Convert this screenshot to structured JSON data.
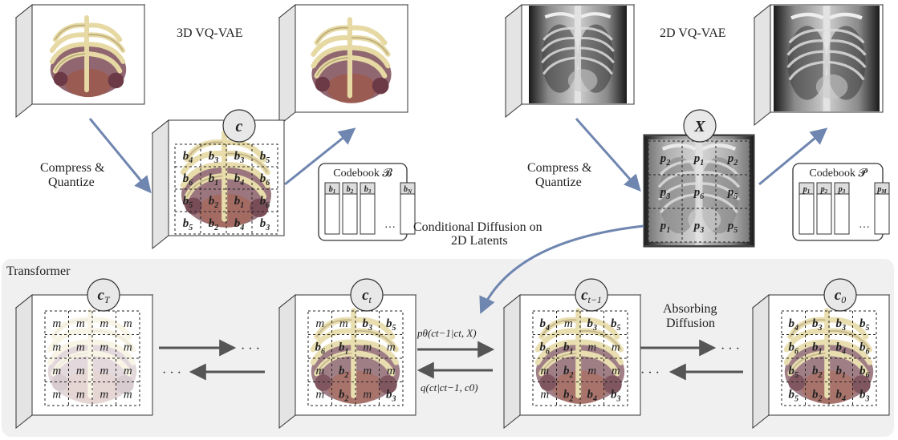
{
  "top_left": {
    "title": "3D VQ-VAE",
    "compress_label_line1": "Compress &",
    "compress_label_line2": "Quantize",
    "latent_symbol": "c",
    "latent_grid": [
      [
        "b4",
        "b3",
        "b3",
        "b5"
      ],
      [
        "b6",
        "b1",
        "b4",
        "b6"
      ],
      [
        "b5",
        "b2",
        "b1",
        "b6"
      ],
      [
        "b5",
        "b2",
        "b4",
        "b3"
      ]
    ],
    "codebook_title": "Codebook 𝓑",
    "codebook_entries": [
      "b1",
      "b2",
      "b3",
      "…",
      "bN"
    ]
  },
  "top_right": {
    "title": "2D VQ-VAE",
    "compress_label_line1": "Compress &",
    "compress_label_line2": "Quantize",
    "latent_symbol": "X",
    "latent_grid": [
      [
        "p2",
        "p1",
        "p2"
      ],
      [
        "p3",
        "p6",
        "p5"
      ],
      [
        "p1",
        "p3",
        "p5"
      ]
    ],
    "codebook_title": "Codebook 𝓟",
    "codebook_entries": [
      "p1",
      "p2",
      "p3",
      "…",
      "pM"
    ]
  },
  "conditional_label_line1": "Conditional Diffusion on",
  "conditional_label_line2": "2D Latents",
  "transformer_label": "Transformer",
  "absorbing_label_line1": "Absorbing",
  "absorbing_label_line2": "Diffusion",
  "reverse_label": "pθ(ct−1|ct, X)",
  "forward_label": "q(ct|ct−1, c0)",
  "ellipsis": "· · ·",
  "bottom_cubes": [
    {
      "symbol": "c",
      "sub": "T",
      "grid": [
        [
          "m",
          "m",
          "m",
          "m"
        ],
        [
          "m",
          "m",
          "m",
          "m"
        ],
        [
          "m",
          "m",
          "m",
          "m"
        ],
        [
          "m",
          "m",
          "m",
          "m"
        ]
      ]
    },
    {
      "symbol": "c",
      "sub": "t",
      "grid": [
        [
          "m",
          "m",
          "b3",
          "b5"
        ],
        [
          "b6",
          "b1",
          "m",
          "m"
        ],
        [
          "m",
          "b2",
          "m",
          "m"
        ],
        [
          "m",
          "b2",
          "m",
          "b3"
        ]
      ]
    },
    {
      "symbol": "c",
      "sub": "t−1",
      "grid": [
        [
          "b4",
          "m",
          "b3",
          "b5"
        ],
        [
          "b6",
          "b1",
          "m",
          "m"
        ],
        [
          "m",
          "b2",
          "m",
          "m"
        ],
        [
          "m",
          "b2",
          "b4",
          "b3"
        ]
      ]
    },
    {
      "symbol": "c",
      "sub": "0",
      "grid": [
        [
          "b4",
          "b3",
          "b3",
          "b5"
        ],
        [
          "b6",
          "b1",
          "b4",
          "b6"
        ],
        [
          "b5",
          "b2",
          "b1",
          "b6"
        ],
        [
          "b5",
          "b2",
          "b4",
          "b3"
        ]
      ]
    }
  ],
  "colors": {
    "arrow_blue": "#6f86b0",
    "arrow_gray": "#555555",
    "panel_bg": "#f0f0f0",
    "cube_side": "#e4e4e4",
    "cube_top": "#f2f2f2",
    "bone": "#e6d9a3",
    "tissue": "#7d4c58"
  },
  "icons": [
    "ct-volume-render",
    "chest-xray"
  ]
}
